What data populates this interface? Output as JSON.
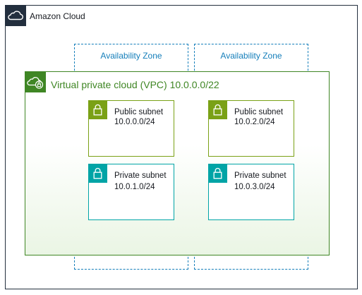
{
  "cloud": {
    "label": "Amazon Cloud",
    "icon": "cloud-icon",
    "color": "#232f3e"
  },
  "availability_zones": [
    {
      "label": "Availability Zone"
    },
    {
      "label": "Availability Zone"
    }
  ],
  "az_color": "#147eba",
  "vpc": {
    "label": "Virtual private cloud (VPC) 10.0.0.0/22",
    "icon": "vpc-icon",
    "color": "#3f8624"
  },
  "subnets": [
    {
      "name": "Public subnet",
      "cidr": "10.0.0.0/24",
      "type": "public",
      "icon": "lock-icon",
      "color": "#7aa116"
    },
    {
      "name": "Public subnet",
      "cidr": "10.0.2.0/24",
      "type": "public",
      "icon": "lock-icon",
      "color": "#7aa116"
    },
    {
      "name": "Private subnet",
      "cidr": "10.0.1.0/24",
      "type": "private",
      "icon": "lock-icon",
      "color": "#00a4a6"
    },
    {
      "name": "Private subnet",
      "cidr": "10.0.3.0/24",
      "type": "private",
      "icon": "lock-icon",
      "color": "#00a4a6"
    }
  ]
}
